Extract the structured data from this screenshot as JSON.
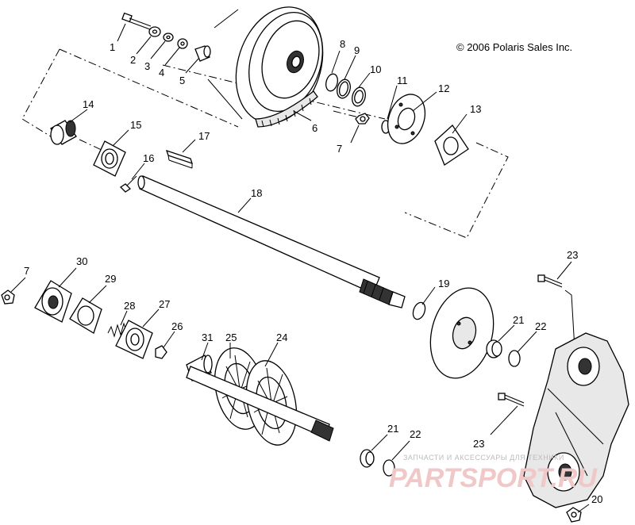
{
  "copyright": "© 2006 Polaris Sales Inc.",
  "watermark": {
    "small": "ЗАПЧАСТИ И АКСЕССУАРЫ ДЛЯ ТЕХНИКИ",
    "big": "PARTSPORT.RU"
  },
  "callouts": {
    "c1": "1",
    "c2": "2",
    "c3": "3",
    "c4": "4",
    "c5": "5",
    "c6": "6",
    "c7a": "7",
    "c7b": "7",
    "c8": "8",
    "c9": "9",
    "c10": "10",
    "c11": "11",
    "c12": "12",
    "c13": "13",
    "c14": "14",
    "c15": "15",
    "c16": "16",
    "c17": "17",
    "c18": "18",
    "c19": "19",
    "c20": "20",
    "c21a": "21",
    "c21b": "21",
    "c22a": "22",
    "c22b": "22",
    "c23a": "23",
    "c23b": "23",
    "c24": "24",
    "c25": "25",
    "c26": "26",
    "c27": "27",
    "c28": "28",
    "c29": "29",
    "c30": "30",
    "c31": "31"
  }
}
